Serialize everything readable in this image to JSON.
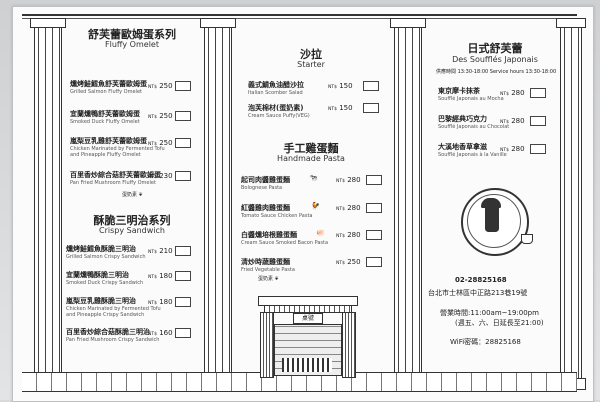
{
  "omelet": {
    "title": "舒芙蕾歐姆蛋系列",
    "subtitle": "Fluffy Omelet",
    "items": [
      {
        "zh": "燻烤鮭鱈魚舒芙蕾歐姆蛋",
        "en": "Grilled Salmon Fluffy Omelet",
        "price": "250"
      },
      {
        "zh": "宜蘭燻鴨舒芙蕾歐姆蛋",
        "en": "Smoked Duck Fluffy Omelet",
        "price": "250"
      },
      {
        "zh": "嵐梨豆乳雞舒芙蕾歐姆蛋",
        "en": "Chicken Marinated by Fermented Tofu",
        "en2": "and Pineapple Fluffy Omelet",
        "price": "250"
      },
      {
        "zh": "百里香炒綜合菇舒芙蕾歐姆蛋",
        "en": "Pan Fried Mushroom Fluffy Omelet",
        "price": "230"
      }
    ],
    "note": "蛋奶素"
  },
  "sandwich": {
    "title": "酥脆三明治系列",
    "subtitle": "Crispy Sandwich",
    "items": [
      {
        "zh": "燻烤鮭鱈魚酥脆三明治",
        "en": "Grilled Salmon Crispy Sandwich",
        "price": "210"
      },
      {
        "zh": "宜蘭燻鴨酥脆三明治",
        "en": "Smoked Duck Crispy Sandwich",
        "price": "180"
      },
      {
        "zh": "嵐梨豆乳雞酥脆三明治",
        "en": "Chicken Marinated by Fermented Tofu",
        "en2": "and Pineapple Crispy Sandwich",
        "price": "180"
      },
      {
        "zh": "百里香炒綜合菇酥脆三明治",
        "en": "Pan Fried Mushroom Crispy Sandwich",
        "price": "160"
      }
    ]
  },
  "salad": {
    "title": "沙拉",
    "subtitle": "Starter",
    "items": [
      {
        "zh": "義式鯖魚油醋沙拉",
        "en": "Italian Scomber Salad",
        "price": "150"
      },
      {
        "zh": "泡芙棉材(蛋奶素)",
        "en": "Cream Sauce Puffy(VEG)",
        "price": "150"
      }
    ]
  },
  "pasta": {
    "title": "手工雞蛋麵",
    "subtitle": "Handmade Pasta",
    "items": [
      {
        "zh": "起司肉醬雞蛋麵",
        "en": "Bolognese Pasta",
        "price": "280"
      },
      {
        "zh": "紅醬雞肉雞蛋麵",
        "en": "Tomato Sauce Chicken Pasta",
        "price": "280"
      },
      {
        "zh": "白醬燻培根雞蛋麵",
        "en": "Cream Sauce Smoked Bacon Pasta",
        "price": "280"
      },
      {
        "zh": "清炒時蔬雞蛋麵",
        "en": "Fried Vegetable Pasta",
        "price": "250"
      }
    ],
    "note": "蛋奶素"
  },
  "souffle": {
    "title": "日式舒芙蕾",
    "subtitle": "Des Soufflés Japonais",
    "hours": "供應時間 13:30-18:00  Service hours 13:30-18:00",
    "items": [
      {
        "zh": "東京摩卡抹茶",
        "en": "Soufflé Japonais au Mocha",
        "price": "280"
      },
      {
        "zh": "巴黎經典巧克力",
        "en": "Soufflé Japonais au Chocolat",
        "price": "280"
      },
      {
        "zh": "大溪地香草拿滋",
        "en": "Soufflé Japonais à la Vanille",
        "price": "280"
      }
    ]
  },
  "currency": "NT$",
  "fireplace_sign": "桌號",
  "info": {
    "phone": "02-28825168",
    "address": "台北市士林區中正路213巷19號",
    "hours": "營業時間:11:00am~19:00pm",
    "closed": "(週五、六、日延長至21:00)",
    "wifi": "WiFi密碼：28825168"
  },
  "colors": {
    "ink": "#222222",
    "paper": "#fbfbfb",
    "wall": "#d9dadc"
  },
  "icons": {
    "veg_leaf": "leaf-icon",
    "cow": "cow-icon",
    "chicken": "chicken-icon",
    "pig": "pig-icon"
  }
}
